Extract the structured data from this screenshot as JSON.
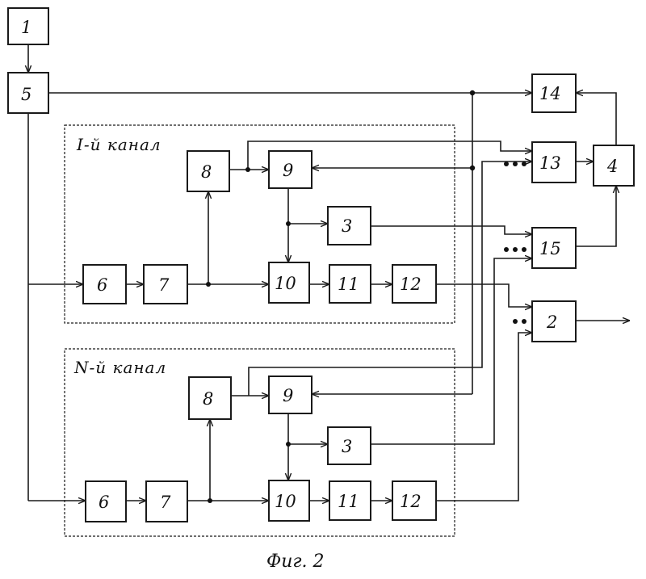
{
  "blocks": {
    "b1": "1",
    "b5": "5",
    "b14": "14",
    "b13": "13",
    "b4": "4",
    "b15": "15",
    "b2": "2",
    "c1": {
      "b8": "8",
      "b9": "9",
      "b3": "3",
      "b6": "6",
      "b7": "7",
      "b10": "10",
      "b11": "11",
      "b12": "12"
    },
    "cN": {
      "b8": "8",
      "b9": "9",
      "b3": "3",
      "b6": "6",
      "b7": "7",
      "b10": "10",
      "b11": "11",
      "b12": "12"
    }
  },
  "channels": {
    "first_label": "I-й канал",
    "last_label": "N-й канал"
  },
  "caption": "Фиг. 2"
}
